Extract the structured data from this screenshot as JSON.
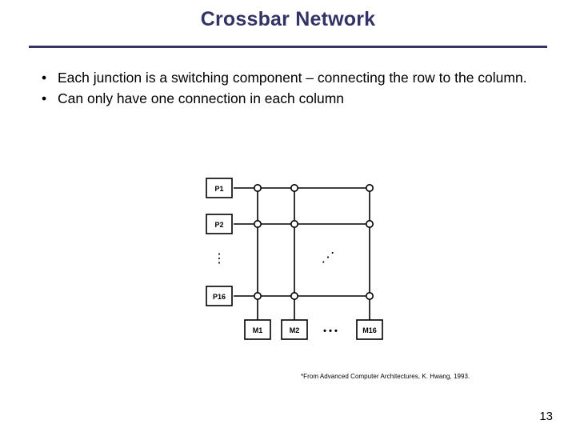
{
  "slide": {
    "title": "Crossbar Network",
    "bullets": [
      "Each junction is a switching component – connecting the row to the column.",
      "Can only have one connection in each column"
    ],
    "bullet_marker": "•",
    "footnote": "*From Advanced Computer Architectures, K. Hwang, 1993.",
    "page_number": "13",
    "accent_color": "#333366"
  },
  "figure": {
    "name": "crossbar-network-diagram",
    "processors": [
      "P1",
      "P2",
      "P16"
    ],
    "memories": [
      "M1",
      "M2",
      "M16"
    ],
    "vertical_ellipsis": "⋮",
    "horizontal_ellipsis": "• • •",
    "diagonal_ellipsis": "⋰"
  }
}
